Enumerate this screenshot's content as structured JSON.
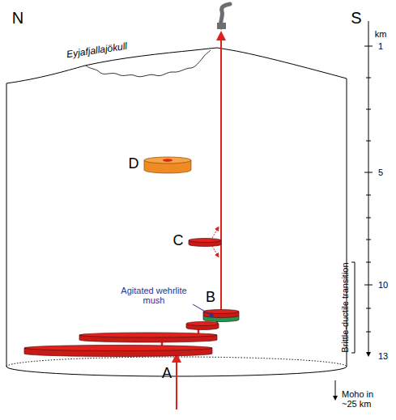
{
  "diagram": {
    "labels": [
      "N",
      "S",
      "Eyjafjallajökull",
      "km",
      "1",
      "5",
      "10",
      "13",
      "Brittle-ductile transition",
      "Agitated wehrlite mush",
      "A",
      "B",
      "C",
      "D",
      "Moho in ~25 km"
    ]
  }
}
